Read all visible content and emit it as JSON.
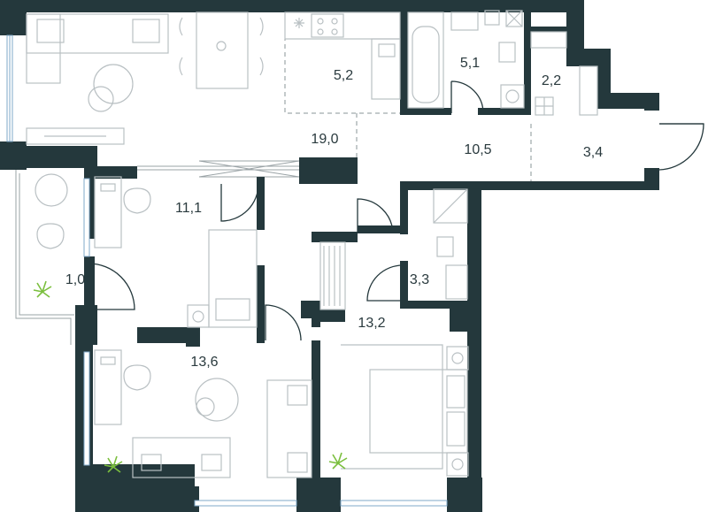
{
  "rooms": [
    {
      "id": "living",
      "area": "19,0"
    },
    {
      "id": "kitchen",
      "area": "5,2"
    },
    {
      "id": "bath1",
      "area": "5,1"
    },
    {
      "id": "wardrobe1",
      "area": "2,2"
    },
    {
      "id": "hall",
      "area": "10,5"
    },
    {
      "id": "balcony-right",
      "area": "3,4"
    },
    {
      "id": "bedroom1",
      "area": "11,1"
    },
    {
      "id": "balcony-left",
      "area": "1,0"
    },
    {
      "id": "bath2",
      "area": "3,3"
    },
    {
      "id": "bedroom2",
      "area": "13,2"
    },
    {
      "id": "bedroom3",
      "area": "13,6"
    }
  ],
  "colors": {
    "wall": "#24383c",
    "furniture": "#b9c0c3",
    "window": "#7fa8c9",
    "plant": "#7bbf3e"
  }
}
